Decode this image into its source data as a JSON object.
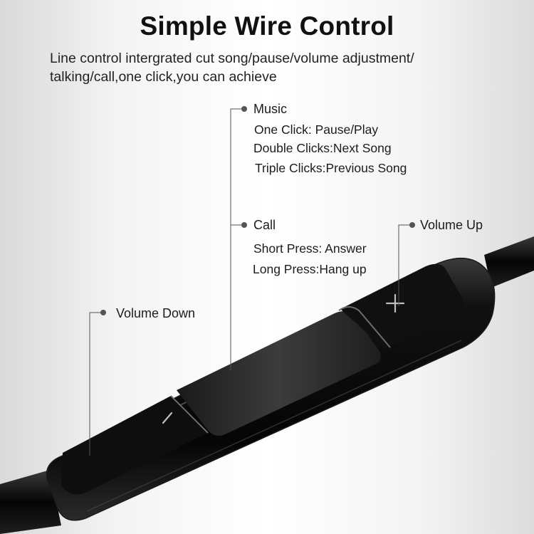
{
  "title": "Simple Wire Control",
  "subtitle": {
    "line1": "Line control intergrated cut song/pause/volume adjustment/",
    "line2": "talking/call,one click,you can achieve"
  },
  "music": {
    "heading": "Music",
    "items": [
      "One Click: Pause/Play",
      "Double Clicks:Next Song",
      "Triple Clicks:Previous Song"
    ]
  },
  "call": {
    "heading": "Call",
    "items": [
      "Short Press: Answer",
      "Long Press:Hang up"
    ]
  },
  "volume_up": {
    "label": "Volume Up",
    "symbol": "+"
  },
  "volume_down": {
    "label": "Volume Down",
    "symbol": "−"
  },
  "colors": {
    "callout_line": "#555555",
    "device_body": "#0c0c0c",
    "device_highlight": "#4a4a4a"
  }
}
